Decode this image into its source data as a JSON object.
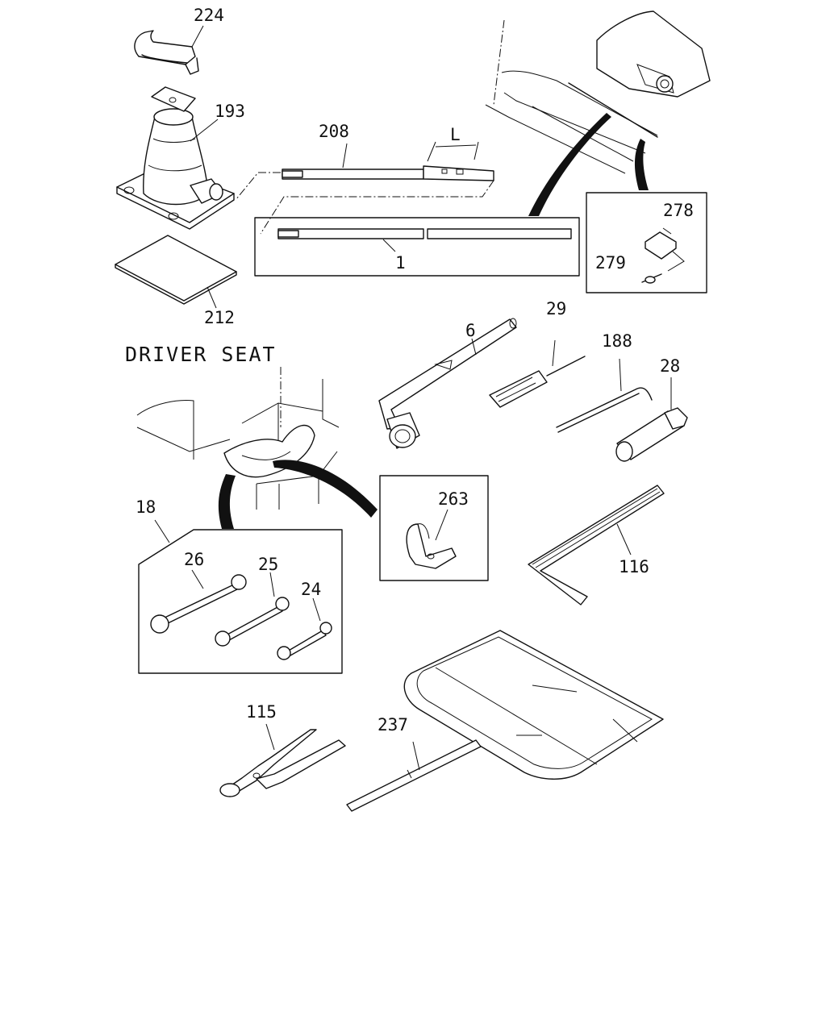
{
  "caption": "DRIVER SEAT",
  "dimension_label": "L",
  "parts": {
    "p224": "224",
    "p193": "193",
    "p208": "208",
    "p212": "212",
    "p1": "1",
    "p278": "278",
    "p279": "279",
    "p6": "6",
    "p29": "29",
    "p188": "188",
    "p28": "28",
    "p18": "18",
    "p26": "26",
    "p25": "25",
    "p24": "24",
    "p263": "263",
    "p116": "116",
    "p115": "115",
    "p237": "237"
  }
}
